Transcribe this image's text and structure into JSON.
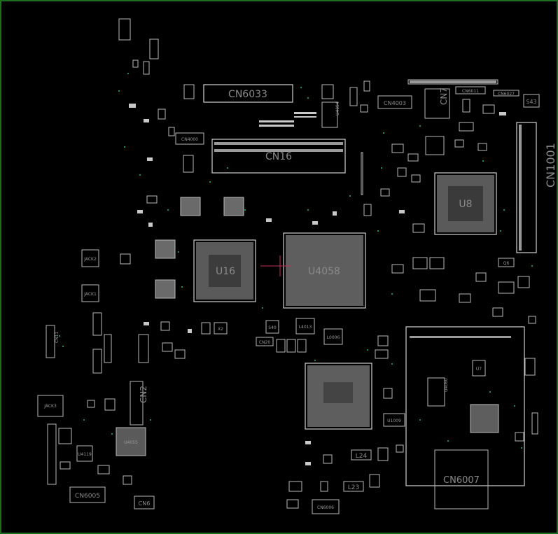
{
  "board": {
    "background": "#000000",
    "frame_color": "#1f6b22",
    "silkscreen_color": "#c0c0c0",
    "via_color": "#2fae86",
    "marker_color": "#c0305a"
  },
  "labels": {
    "cn6033": "CN6033",
    "cn16": "CN16",
    "cn4003": "CN4003",
    "cn7": "CN7",
    "cn6011": "CN6011",
    "cn6027": "CN6027",
    "s43": "S43",
    "cn1001": "CN1001",
    "cn4000": "CN4000",
    "u4094": "U4094",
    "u4058": "U4058",
    "u16": "U16",
    "u8": "U8",
    "q6": "Q6",
    "jack3": "JACK3",
    "jack2": "JACK2",
    "jack1": "JACK1",
    "cn2": "CN2",
    "cn6005": "CN6005",
    "cn6": "CN6",
    "cn6006": "CN6006",
    "cn6007": "CN6007",
    "l24": "L24",
    "l23": "L23",
    "u7": "U7",
    "u4060": "U4060",
    "u1009": "U1009",
    "x2": "X2",
    "cn20": "CN20",
    "l4013": "L4013",
    "l0006": "L0006",
    "s40": "S40",
    "cn11": "CN11",
    "u4055": "U4055",
    "u4119": "U4119"
  }
}
